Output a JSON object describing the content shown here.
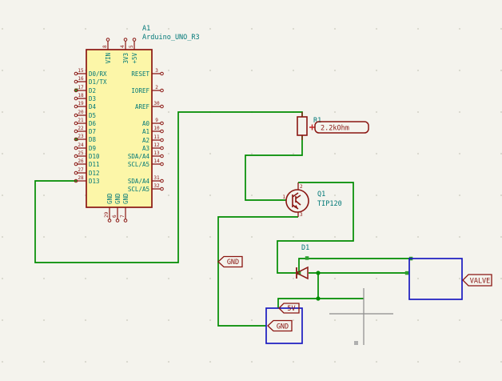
{
  "schematic": {
    "arduino": {
      "reference": "A1",
      "value": "Arduino_UNO_R3",
      "top_pins": [
        {
          "number": "8",
          "name": "VIN"
        },
        {
          "number": "4",
          "name": "3V3"
        },
        {
          "number": "5",
          "name": "+5V"
        }
      ],
      "left_pins": [
        {
          "number": "15",
          "name": "D0/RX"
        },
        {
          "number": "16",
          "name": "D1/TX"
        },
        {
          "number": "17",
          "name": "D2"
        },
        {
          "number": "18",
          "name": "D3"
        },
        {
          "number": "19",
          "name": "D4"
        },
        {
          "number": "20",
          "name": "D5"
        },
        {
          "number": "21",
          "name": "D6"
        },
        {
          "number": "22",
          "name": "D7"
        },
        {
          "number": "23",
          "name": "D8"
        },
        {
          "number": "24",
          "name": "D9"
        },
        {
          "number": "25",
          "name": "D10"
        },
        {
          "number": "26",
          "name": "D11"
        },
        {
          "number": "27",
          "name": "D12"
        },
        {
          "number": "28",
          "name": "D13"
        }
      ],
      "right_pins": [
        {
          "number": "3",
          "name": "RESET"
        },
        {
          "number": "2",
          "name": "IOREF"
        },
        {
          "number": "30",
          "name": "AREF"
        },
        {
          "number": "9",
          "name": "A0"
        },
        {
          "number": "10",
          "name": "A1"
        },
        {
          "number": "11",
          "name": "A2"
        },
        {
          "number": "12",
          "name": "A3"
        },
        {
          "number": "13",
          "name": "SDA/A4"
        },
        {
          "number": "14",
          "name": "SCL/A5"
        },
        {
          "number": "31",
          "name": "SDA/A4"
        },
        {
          "number": "32",
          "name": "SCL/A5"
        }
      ],
      "bottom_pins": [
        {
          "number": "29",
          "name": "GND"
        },
        {
          "number": "6",
          "name": "GND"
        },
        {
          "number": "7",
          "name": "GND"
        }
      ]
    },
    "resistor": {
      "reference": "R1",
      "value": "2.2kOhm"
    },
    "transistor": {
      "reference": "Q1",
      "value": "TIP120",
      "pins": [
        "1",
        "2",
        "3"
      ]
    },
    "diode": {
      "reference": "D1"
    },
    "labels": {
      "gnd_wire": "GND",
      "battery_5v": "5V",
      "battery_gnd": "GND",
      "valve": "VALVE"
    },
    "colors": {
      "background": "#F4F3ED",
      "wire_green": "#008C00",
      "symbol_outline": "#8A1612",
      "symbol_fill": "#FCF6A8",
      "pin_name_teal": "#007878",
      "graphic_blue": "#1A1AC0"
    }
  }
}
